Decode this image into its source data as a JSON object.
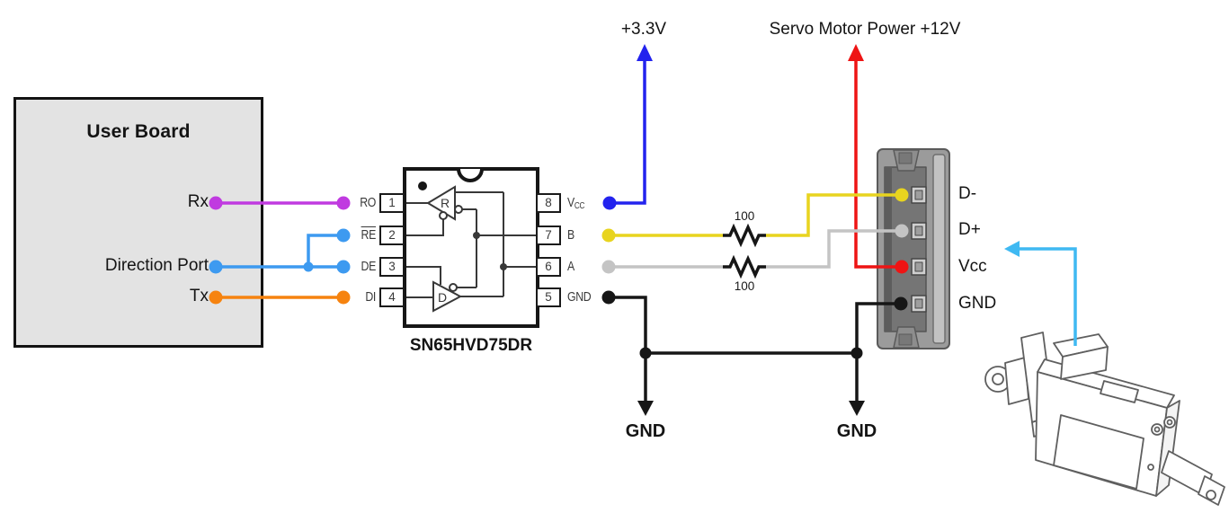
{
  "user_board": {
    "title": "User Board",
    "signals": [
      {
        "label": "Rx"
      },
      {
        "label": "Direction Port"
      },
      {
        "label": "Tx"
      }
    ]
  },
  "transceiver": {
    "part_number": "SN65HVD75DR",
    "pins_left": [
      {
        "num": "1",
        "label": "RO"
      },
      {
        "num": "2",
        "label": "RE"
      },
      {
        "num": "3",
        "label": "DE"
      },
      {
        "num": "4",
        "label": "DI"
      }
    ],
    "pins_right": [
      {
        "num": "8",
        "label": "V",
        "sub": "CC"
      },
      {
        "num": "7",
        "label": "B"
      },
      {
        "num": "6",
        "label": "A"
      },
      {
        "num": "5",
        "label": "GND"
      }
    ],
    "internal": {
      "receiver": "R",
      "driver": "D"
    }
  },
  "power": {
    "logic_rail_label": "+3.3V",
    "servo_rail_label": "Servo Motor Power +12V"
  },
  "termination_resistors": [
    {
      "value": "100"
    },
    {
      "value": "100"
    }
  ],
  "motor_connector": {
    "pins": [
      {
        "label": "D-"
      },
      {
        "label": "D+"
      },
      {
        "label": "Vcc"
      },
      {
        "label": "GND"
      }
    ]
  },
  "ground_labels": [
    {
      "label": "GND"
    },
    {
      "label": "GND"
    }
  ],
  "colors": {
    "rx_wire": "#c03ae0",
    "direction_wire": "#3d9af0",
    "tx_wire": "#f6830f",
    "logic_power_wire": "#2323ee",
    "line_b_wire": "#e8d41f",
    "line_a_wire": "#c4c4c4",
    "servo_power_wire": "#ee1414",
    "ground_wire": "#161616",
    "data_link_arrow": "#3fb9f2"
  }
}
